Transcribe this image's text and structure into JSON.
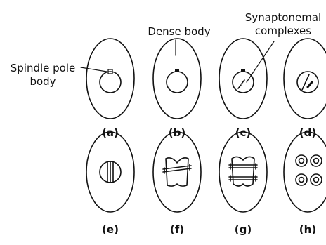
{
  "annotations": {
    "spindle_pole_body_line1": "Spindle pole",
    "spindle_pole_body_line2": "body",
    "dense_body": "Dense body",
    "synaptonemal_line1": "Synaptonemal",
    "synaptonemal_line2": "complexes"
  },
  "panels": [
    {
      "label": "(a)"
    },
    {
      "label": "(b)"
    },
    {
      "label": "(c)"
    },
    {
      "label": "(d)"
    },
    {
      "label": "(e)"
    },
    {
      "label": "(f)"
    },
    {
      "label": "(g)"
    },
    {
      "label": "(h)"
    }
  ]
}
